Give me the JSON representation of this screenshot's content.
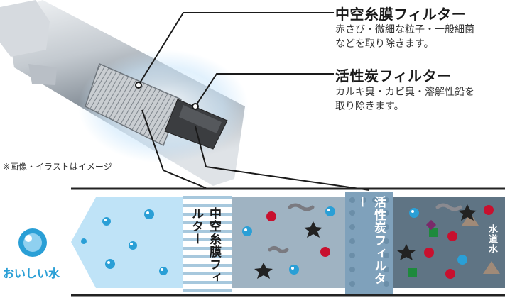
{
  "hollow_fiber": {
    "title": "中空糸膜フィルター",
    "desc_line1": "赤さび・微細な粒子・一般細菌",
    "desc_line2": "などを取り除きます。",
    "band_label": "中空糸膜フィルター"
  },
  "carbon": {
    "title": "活性炭フィルター",
    "desc_line1": "カルキ臭・カビ臭・溶解性鉛を",
    "desc_line2": "取り除きます。",
    "band_label": "活性炭フィルター"
  },
  "note": "※画像・イラストはイメージ",
  "tap_water_label": "水道水",
  "clean_water_label": "おいしい水",
  "colors": {
    "clean_zone": "#bfe3f7",
    "mid_zone": "#9fb3c2",
    "dirty_zone": "#5f7484",
    "accent_blue": "#2a9fd6"
  }
}
